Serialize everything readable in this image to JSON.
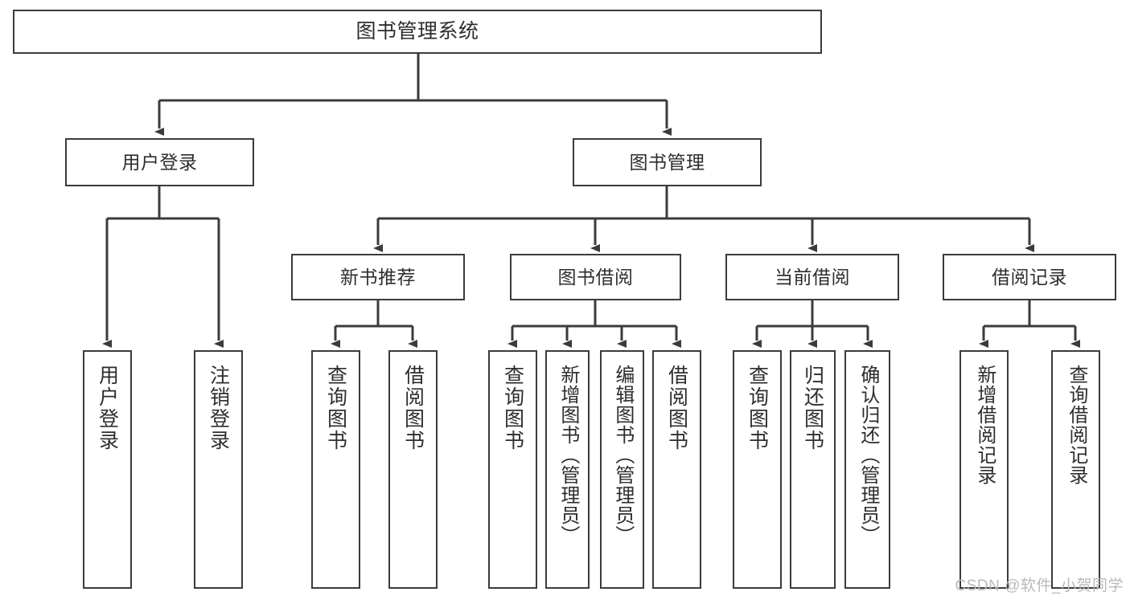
{
  "diagram": {
    "type": "tree",
    "title": "图书管理系统",
    "watermark": "CSDN @软件_小贺同学",
    "colors": {
      "stroke": "#3b3b3b",
      "text": "#2e2e2e",
      "background": "#ffffff",
      "watermark": "#b9b9b9"
    },
    "nodes": {
      "root": {
        "label": "图书管理系统"
      },
      "level2": [
        {
          "label": "用户登录"
        },
        {
          "label": "图书管理"
        }
      ],
      "level3": [
        {
          "label": "新书推荐"
        },
        {
          "label": "图书借阅"
        },
        {
          "label": "当前借阅"
        },
        {
          "label": "借阅记录"
        }
      ],
      "leaves": {
        "user_login": [
          {
            "label": "用户登录"
          },
          {
            "label": "注销登录"
          }
        ],
        "new_book_recommend": [
          {
            "label": "查询图书"
          },
          {
            "label": "借阅图书"
          }
        ],
        "book_borrow": [
          {
            "label": "查询图书"
          },
          {
            "label": "新增图书（管理员）"
          },
          {
            "label": "编辑图书（管理员）"
          },
          {
            "label": "借阅图书"
          }
        ],
        "current_borrow": [
          {
            "label": "查询图书"
          },
          {
            "label": "归还图书"
          },
          {
            "label": "确认归还（管理员）"
          }
        ],
        "borrow_record": [
          {
            "label": "新增借阅记录"
          },
          {
            "label": "查询借阅记录"
          }
        ]
      }
    }
  }
}
